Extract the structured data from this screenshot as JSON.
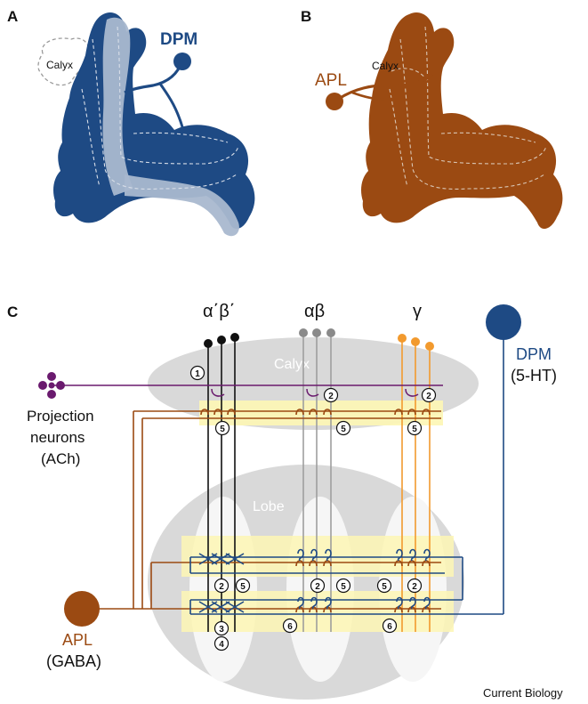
{
  "panels": {
    "a": {
      "letter": "A",
      "calyx_label": "Calyx",
      "neuron_label": "DPM",
      "mb_color": "#1e4a84",
      "neuron_color": "#1e4a84",
      "highlight_color": "#a9b8cf"
    },
    "b": {
      "letter": "B",
      "calyx_label": "Calyx",
      "neuron_label": "APL",
      "mb_color": "#9b4a12",
      "neuron_color": "#9b4a12"
    },
    "c": {
      "letter": "C",
      "lobe_headers": {
        "ab_prime": "α΄β΄",
        "ab": "αβ",
        "gamma": "γ"
      },
      "calyx_label": "Calyx",
      "lobe_label": "Lobe",
      "projection_neurons": {
        "line1": "Projection",
        "line2": "neurons",
        "line3": "(ACh)"
      },
      "apl": {
        "name": "APL",
        "transmitter": "(GABA)"
      },
      "dpm": {
        "name": "DPM",
        "transmitter": "(5-HT)"
      },
      "numbers": {
        "n1": "1",
        "n2": "2",
        "n3": "3",
        "n4": "4",
        "n5": "5",
        "n6": "6"
      },
      "colors": {
        "ab_prime": "#111111",
        "ab": "#9e9e9e",
        "gamma": "#f29a2e",
        "pn": "#6a1a6e",
        "apl": "#9b4a12",
        "dpm": "#1e4a84",
        "region": "#d9d9d9",
        "highlight": "#fdf6b4"
      }
    }
  },
  "footer": {
    "source": "Current Biology"
  }
}
